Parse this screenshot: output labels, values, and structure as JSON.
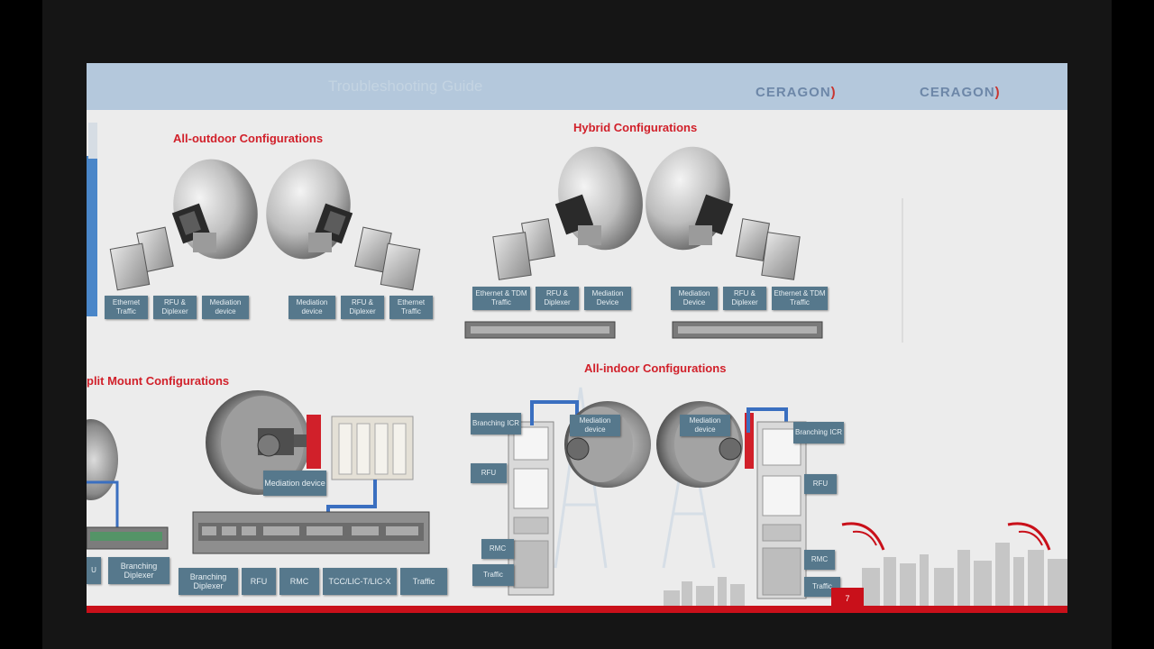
{
  "header": {
    "title": "Troubleshooting Guide",
    "logo_left": "CERAGON",
    "logo_right": "CERAGON"
  },
  "sections": {
    "all_outdoor": "All-outdoor Configurations",
    "hybrid": "Hybrid Configurations",
    "split_mount": "plit Mount Configurations",
    "all_indoor": "All-indoor Configurations"
  },
  "labels": {
    "ao_ethernet_l": "Ethernet Traffic",
    "ao_rfu_l": "RFU & Diplexer",
    "ao_mediation_l": "Mediation device",
    "ao_mediation_r": "Mediation device",
    "ao_rfu_r": "RFU & Diplexer",
    "ao_ethernet_r": "Ethernet Traffic",
    "hy_eth_tdm_l": "Ethernet & TDM Traffic",
    "hy_rfu_l": "RFU & Diplexer",
    "hy_mediation_l": "Mediation Device",
    "hy_mediation_r": "Mediation Device",
    "hy_rfu_r": "RFU & Diplexer",
    "hy_eth_tdm_r": "Ethernet & TDM Traffic",
    "sm_u": "U",
    "sm_branching_l": "Branching Diplexer",
    "sm_mediation": "Mediation device",
    "sm_branching": "Branching Diplexer",
    "sm_rfu": "RFU",
    "sm_rmc": "RMC",
    "sm_tcc": "TCC/LIC-T/LIC-X",
    "sm_traffic": "Traffic",
    "ai_branching_icr_l": "Branching ICR",
    "ai_mediation_l": "Mediation device",
    "ai_rfu_l": "RFU",
    "ai_rmc_l": "RMC",
    "ai_traffic_l": "Traffic",
    "ai_mediation_r": "Mediation device",
    "ai_branching_icr_r": "Branching ICR",
    "ai_rfu_r": "RFU",
    "ai_rmc_r": "RMC",
    "ai_traffic_r": "Traffic"
  },
  "page_number": "7",
  "colors": {
    "title_red": "#d1202a",
    "label_blue": "#56788c",
    "header_blue": "#b4c8dc",
    "cable_blue": "#3a6fc0"
  }
}
